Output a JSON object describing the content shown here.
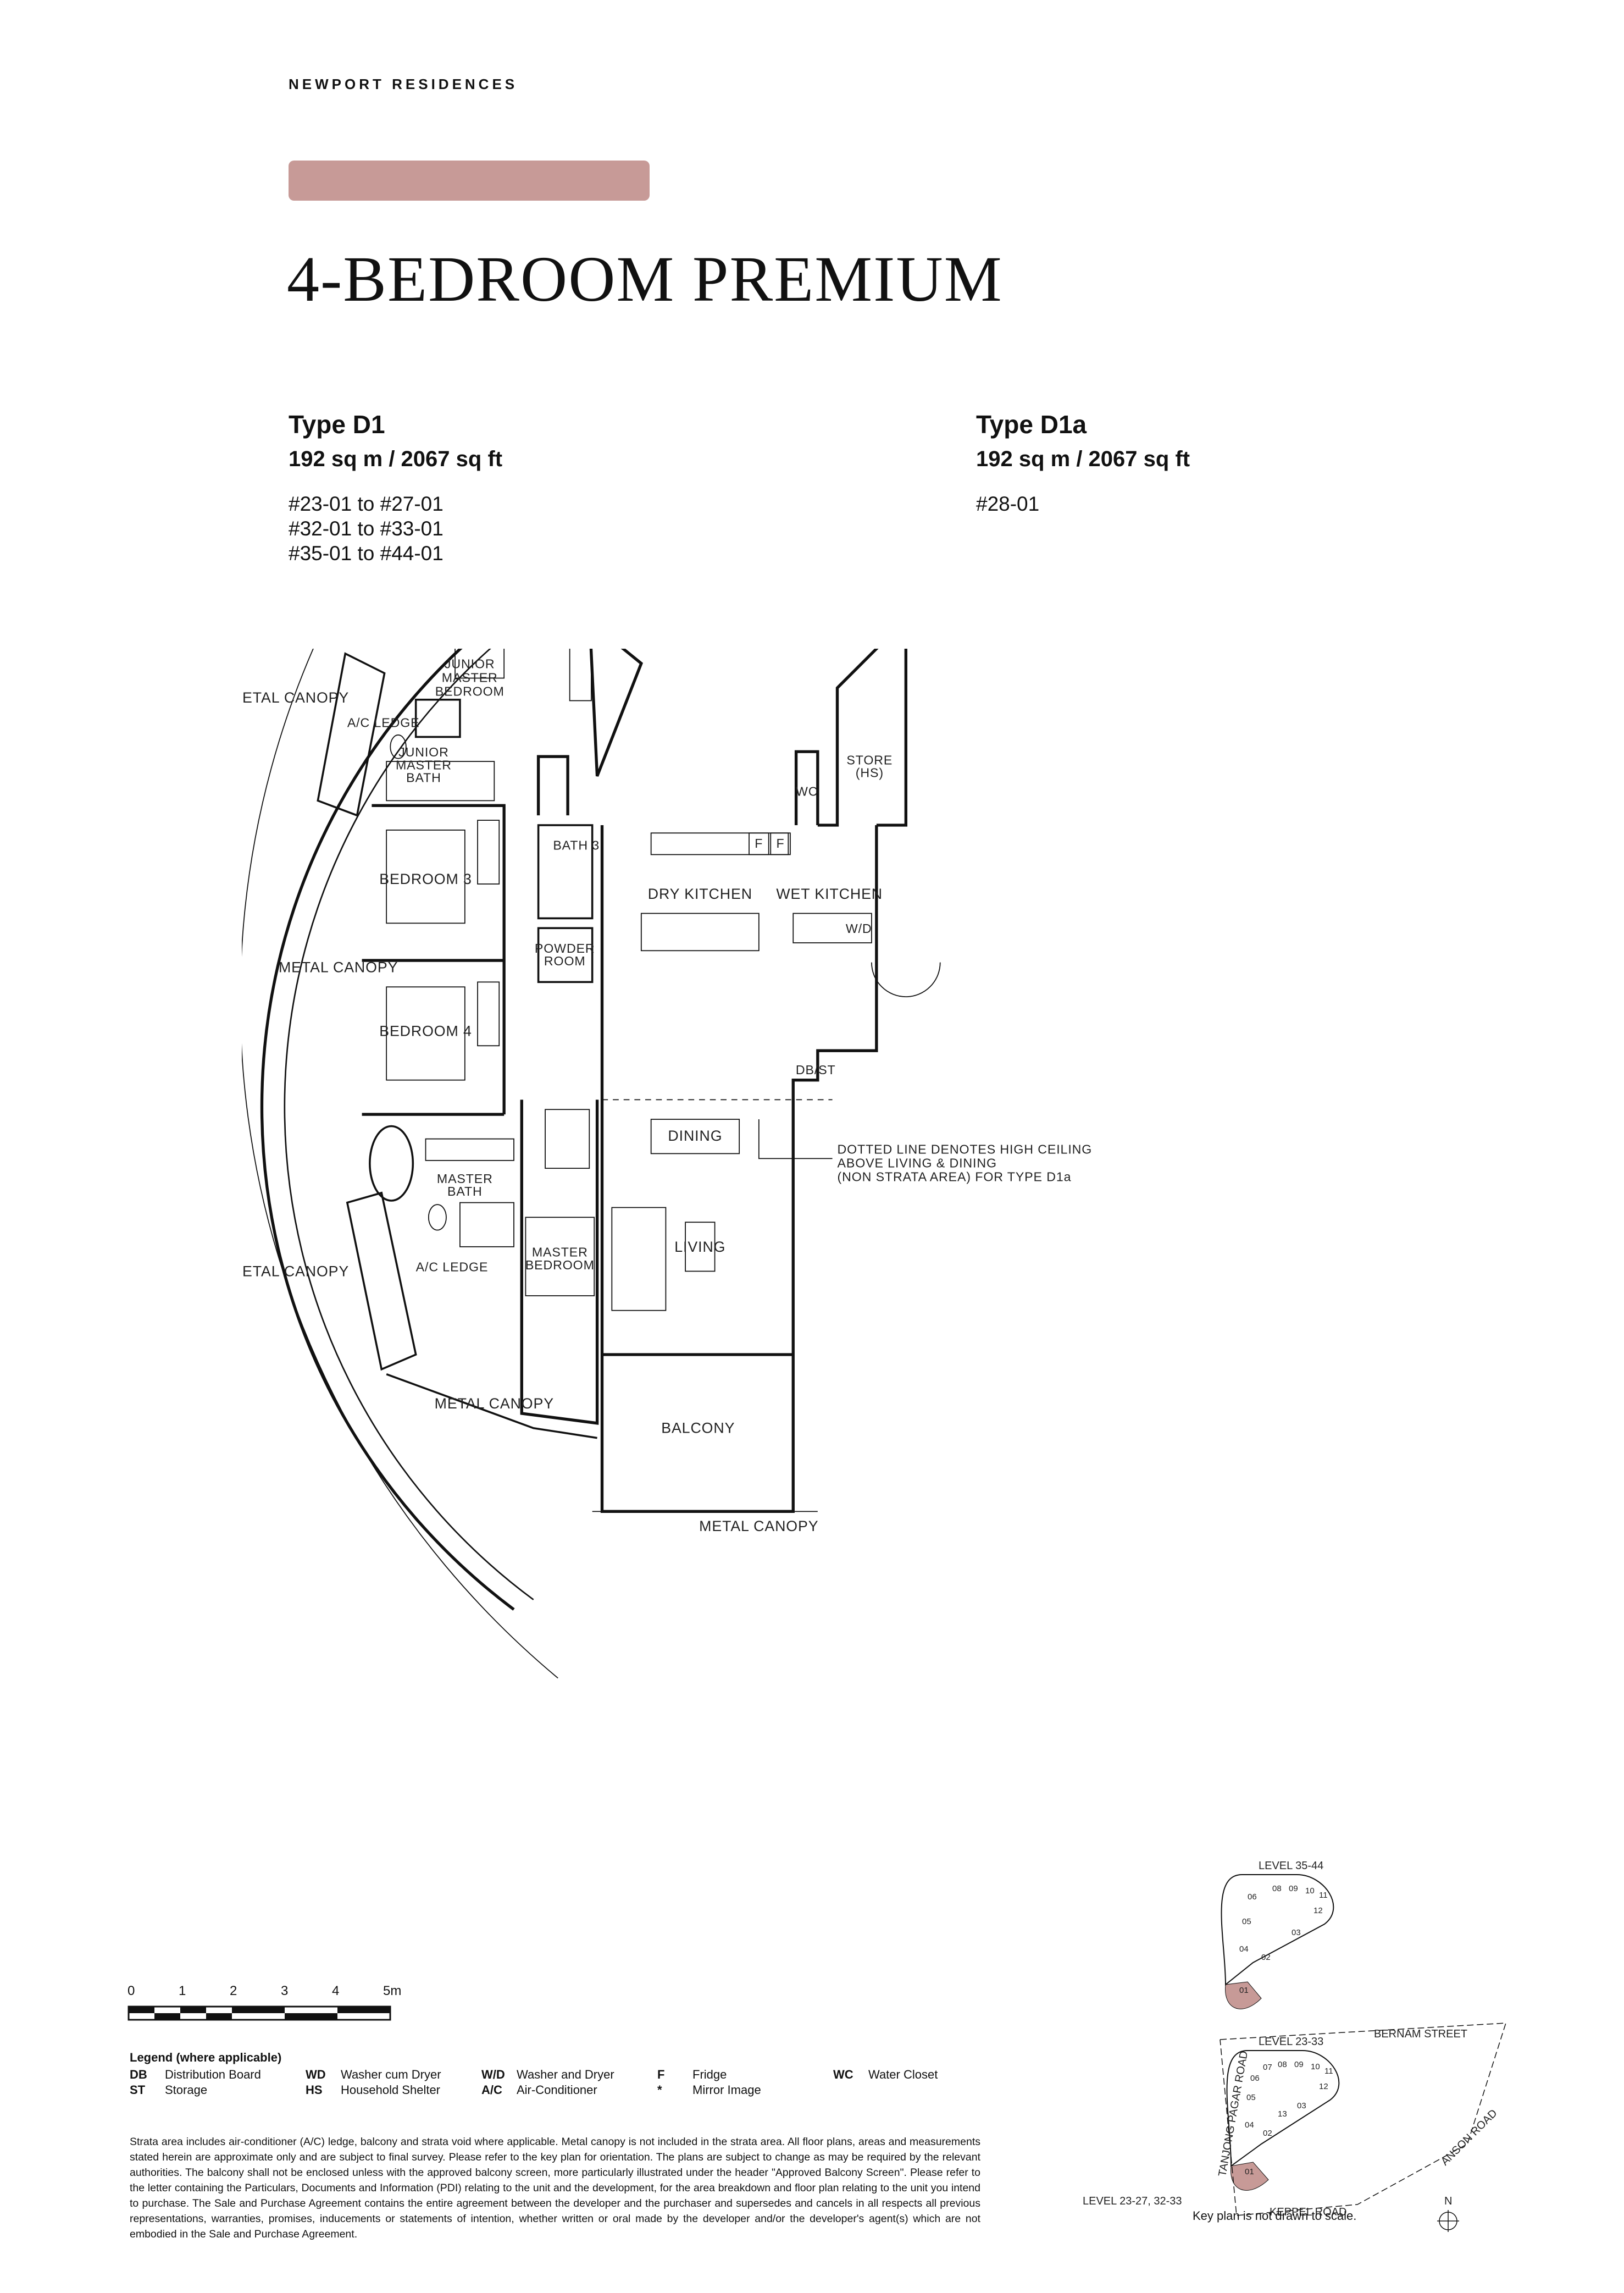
{
  "header": {
    "brand": "NEWPORT RESIDENCES",
    "accent_color": "#c79a97",
    "title": "4-BEDROOM PREMIUM"
  },
  "types": [
    {
      "name": "Type D1",
      "area": "192 sq m / 2067 sq ft",
      "units": [
        "#23-01 to #27-01",
        "#32-01 to #33-01",
        "#35-01 to #44-01"
      ]
    },
    {
      "name": "Type D1a",
      "area": "192 sq m / 2067 sq ft",
      "units": [
        "#28-01"
      ]
    }
  ],
  "floorplan": {
    "labels": {
      "metal_canopy": "METAL CANOPY",
      "ac_ledge": "A/C LEDGE",
      "junior_master_bedroom": [
        "JUNIOR",
        "MASTER",
        "BEDROOM"
      ],
      "junior_master_bath": [
        "JUNIOR",
        "MASTER",
        "BATH"
      ],
      "bedroom_3": "BEDROOM 3",
      "bedroom_4": "BEDROOM 4",
      "bath_3": "BATH 3",
      "powder_room": [
        "POWDER",
        "ROOM"
      ],
      "master_bath": [
        "MASTER",
        "BATH"
      ],
      "master_bedroom": [
        "MASTER",
        "BEDROOM"
      ],
      "dry_kitchen": "DRY KITCHEN",
      "wet_kitchen": "WET KITCHEN",
      "store": [
        "STORE",
        "(HS)"
      ],
      "wc": "WC",
      "wd": "W/D",
      "fridge": "F",
      "db_st": "DB/ST",
      "dining": "DINING",
      "living": "LIVING",
      "balcony": "BALCONY",
      "dotted_note": [
        "DOTTED LINE DENOTES HIGH CEILING",
        "ABOVE LIVING & DINING",
        "(NON STRATA AREA) FOR TYPE D1a"
      ]
    }
  },
  "scale_bar": {
    "ticks": [
      "0",
      "1",
      "2",
      "3",
      "4",
      "5m"
    ]
  },
  "legend": {
    "title": "Legend (where applicable)",
    "items": [
      {
        "code": "DB",
        "desc": "Distribution Board"
      },
      {
        "code": "WD",
        "desc": "Washer cum Dryer"
      },
      {
        "code": "W/D",
        "desc": "Washer and Dryer"
      },
      {
        "code": "F",
        "desc": "Fridge"
      },
      {
        "code": "WC",
        "desc": "Water Closet"
      },
      {
        "code": "ST",
        "desc": "Storage"
      },
      {
        "code": "HS",
        "desc": "Household Shelter"
      },
      {
        "code": "A/C",
        "desc": "Air-Conditioner"
      },
      {
        "code": "*",
        "desc": "Mirror Image"
      }
    ]
  },
  "disclaimer": "Strata area includes air-conditioner (A/C) ledge, balcony and strata void where applicable. Metal canopy is not included in the strata area. All floor plans, areas and measurements stated herein are approximate only and are subject to final survey. Please refer to the key plan for orientation. The plans are subject to change as may be required by the relevant authorities. The balcony shall not be enclosed unless with the approved balcony screen, more particularly illustrated under the header \"Approved Balcony Screen\". Please refer to the letter containing the Particulars, Documents and Information (PDI) relating to the unit and the development, for the area breakdown and floor plan relating to the unit you intend to purchase. The Sale and Purchase Agreement contains the entire agreement between the developer and the purchaser and supersedes and cancels in all respects all previous representations, warranties, promises, inducements or statements of intention, whether written or oral made by the developer and/or the developer's agent(s) which are not embodied in the Sale and Purchase Agreement.",
  "keyplan": {
    "level_top": "LEVEL 35-44",
    "level_bottom": "LEVEL 23-33",
    "level_side": "LEVEL 23-27, 32-33",
    "roads": [
      "BERNAM STREET",
      "TANJONG PAGAR ROAD",
      "KEPPEL ROAD",
      "ANSON ROAD"
    ],
    "unit_numbers_top": [
      "08",
      "09",
      "10",
      "11",
      "06",
      "12",
      "05",
      "03",
      "04",
      "02",
      "01"
    ],
    "unit_numbers_bottom": [
      "08",
      "09",
      "10",
      "11",
      "07",
      "06",
      "12",
      "05",
      "03",
      "13",
      "04",
      "02",
      "01"
    ],
    "north": "N",
    "note": "Key plan is not drawn to scale.",
    "highlight_color": "#c79a97"
  }
}
